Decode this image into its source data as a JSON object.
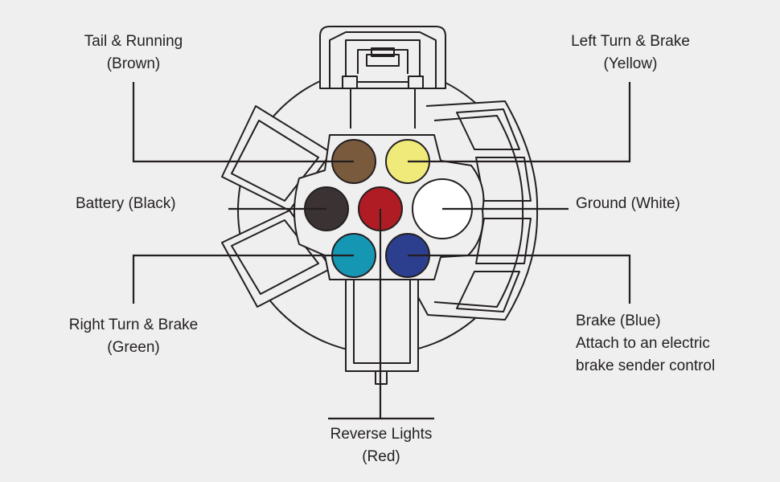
{
  "labels": {
    "tail": {
      "line1": "Tail & Running",
      "line2": "(Brown)"
    },
    "left_turn": {
      "line1": "Left Turn & Brake",
      "line2": "(Yellow)"
    },
    "battery": {
      "line1": "Battery (Black)"
    },
    "ground": {
      "line1": "Ground (White)"
    },
    "right_turn": {
      "line1": "Right Turn & Brake",
      "line2": "(Green)"
    },
    "brake": {
      "line1": "Brake (Blue)",
      "line2": "Attach to an electric",
      "line3": "brake sender control"
    },
    "reverse": {
      "line1": "Reverse Lights",
      "line2": "(Red)"
    }
  },
  "pins": [
    {
      "name": "brown",
      "color": "#7a5a3c"
    },
    {
      "name": "yellow",
      "color": "#f0ea7a"
    },
    {
      "name": "black",
      "color": "#3b3333"
    },
    {
      "name": "red",
      "color": "#b01c24"
    },
    {
      "name": "white",
      "color": "#ffffff"
    },
    {
      "name": "cyan",
      "color": "#1596b3"
    },
    {
      "name": "blue",
      "color": "#2c3f8e"
    }
  ],
  "colors": {
    "line": "#231f20",
    "background": "#efefef"
  }
}
